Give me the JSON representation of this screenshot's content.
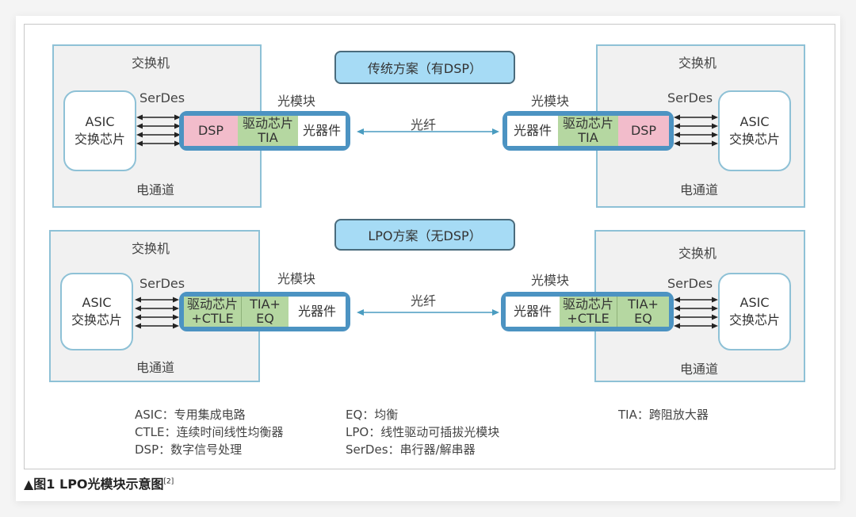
{
  "figure": {
    "caption_prefix": "▲图1 LPO光模块示意图",
    "caption_ref": "[2]"
  },
  "labels": {
    "switch": "交换机",
    "asic_line1": "ASIC",
    "asic_line2": "交换芯片",
    "serdes": "SerDes",
    "electrical_channel": "电通道",
    "optical_module": "光模块",
    "fiber": "光纤"
  },
  "traditional": {
    "title": "传统方案（有DSP）",
    "cells": [
      {
        "line1": "DSP",
        "line2": "",
        "color": "#f2bccb"
      },
      {
        "line1": "驱动芯片",
        "line2": "TIA",
        "color": "#b5d7a1"
      },
      {
        "line1": "光器件",
        "line2": "",
        "color": "#ffffff"
      }
    ]
  },
  "lpo": {
    "title": "LPO方案（无DSP）",
    "cells": [
      {
        "line1": "驱动芯片",
        "line2": "+CTLE",
        "color": "#b5d7a1"
      },
      {
        "line1": "TIA+",
        "line2": "EQ",
        "color": "#b5d7a1"
      },
      {
        "line1": "光器件",
        "line2": "",
        "color": "#ffffff"
      }
    ]
  },
  "legend": [
    [
      "ASIC：专用集成电路",
      "CTLE：连续时间线性均衡器",
      "DSP：数字信号处理"
    ],
    [
      "EQ：均衡",
      "LPO：线性驱动可插拔光模块",
      "SerDes：串行器/解串器"
    ],
    [
      "TIA：跨阻放大器"
    ]
  ],
  "colors": {
    "module_border": "#4c93c2",
    "title_fill": "#a6dbf5",
    "dsp": "#f2bccb",
    "driver": "#b5d7a1",
    "switch_border": "#8ec1d6",
    "fiber": "#4a9cc0"
  }
}
